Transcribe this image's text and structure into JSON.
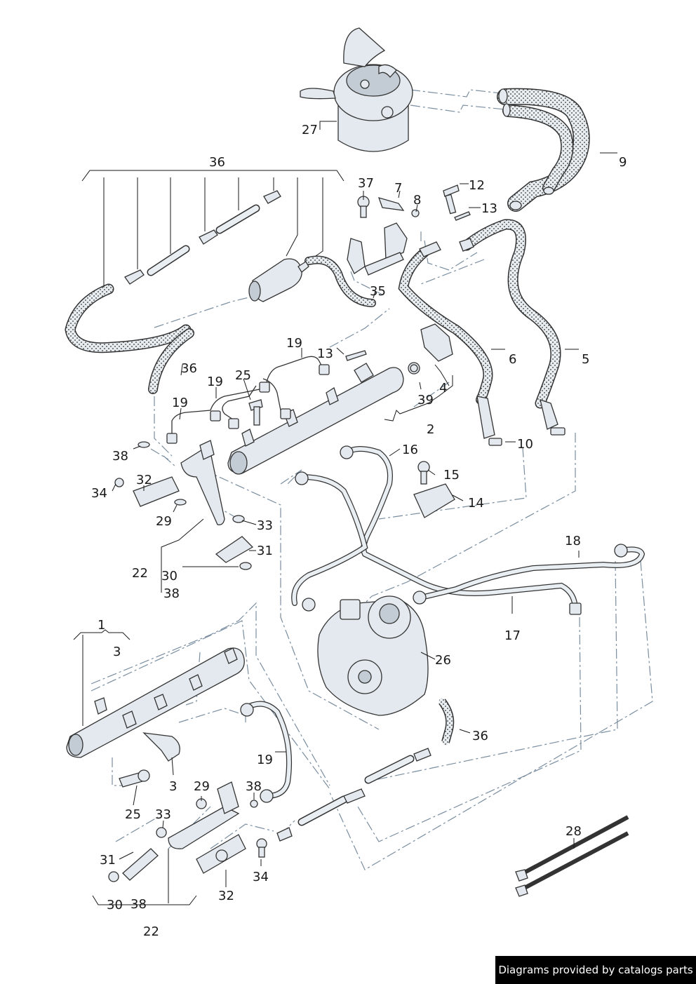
{
  "diagram": {
    "labels": [
      {
        "id": "l36a",
        "text": "36"
      },
      {
        "id": "l27",
        "text": "27"
      },
      {
        "id": "l9",
        "text": "9"
      },
      {
        "id": "l37",
        "text": "37"
      },
      {
        "id": "l7",
        "text": "7"
      },
      {
        "id": "l8",
        "text": "8"
      },
      {
        "id": "l12",
        "text": "12"
      },
      {
        "id": "l13a",
        "text": "13"
      },
      {
        "id": "l35",
        "text": "35"
      },
      {
        "id": "l19a",
        "text": "19"
      },
      {
        "id": "l13b",
        "text": "13"
      },
      {
        "id": "l6",
        "text": "6"
      },
      {
        "id": "l5",
        "text": "5"
      },
      {
        "id": "l36b",
        "text": "36"
      },
      {
        "id": "l25a",
        "text": "25"
      },
      {
        "id": "l19b",
        "text": "19"
      },
      {
        "id": "l19c",
        "text": "19"
      },
      {
        "id": "l4",
        "text": "4"
      },
      {
        "id": "l39",
        "text": "39"
      },
      {
        "id": "l2",
        "text": "2"
      },
      {
        "id": "l10",
        "text": "10"
      },
      {
        "id": "l16",
        "text": "16"
      },
      {
        "id": "l38a",
        "text": "38"
      },
      {
        "id": "l15",
        "text": "15"
      },
      {
        "id": "l34a",
        "text": "34"
      },
      {
        "id": "l32a",
        "text": "32"
      },
      {
        "id": "l14",
        "text": "14"
      },
      {
        "id": "l29a",
        "text": "29"
      },
      {
        "id": "l33a",
        "text": "33"
      },
      {
        "id": "l31a",
        "text": "31"
      },
      {
        "id": "l22a",
        "text": "22"
      },
      {
        "id": "l30a",
        "text": "30"
      },
      {
        "id": "l38b",
        "text": "38"
      },
      {
        "id": "l18",
        "text": "18"
      },
      {
        "id": "l17",
        "text": "17"
      },
      {
        "id": "l1",
        "text": "1"
      },
      {
        "id": "l3a",
        "text": "3"
      },
      {
        "id": "l26",
        "text": "26"
      },
      {
        "id": "l36c",
        "text": "36"
      },
      {
        "id": "l19d",
        "text": "19"
      },
      {
        "id": "l3b",
        "text": "3"
      },
      {
        "id": "l29b",
        "text": "29"
      },
      {
        "id": "l38c",
        "text": "38"
      },
      {
        "id": "l25b",
        "text": "25"
      },
      {
        "id": "l33b",
        "text": "33"
      },
      {
        "id": "l28",
        "text": "28"
      },
      {
        "id": "l31b",
        "text": "31"
      },
      {
        "id": "l34b",
        "text": "34"
      },
      {
        "id": "l32b",
        "text": "32"
      },
      {
        "id": "l30b",
        "text": "30"
      },
      {
        "id": "l38d",
        "text": "38"
      },
      {
        "id": "l22b",
        "text": "22"
      }
    ]
  },
  "footer": {
    "text": "Diagrams provided by catalogs parts"
  }
}
